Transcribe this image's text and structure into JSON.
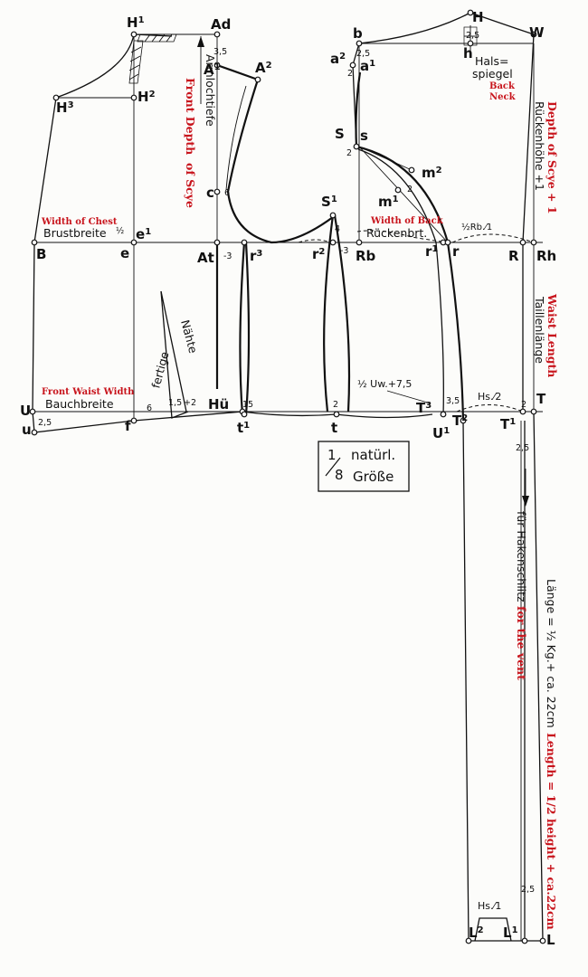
{
  "points": {
    "H1": "H",
    "H1_sub": "1",
    "Ad": "Ad",
    "A1": "A",
    "A1_sub": "1",
    "A2": "A",
    "A2_sub": "2",
    "H3": "H",
    "H3_sub": "3",
    "H2": "H",
    "H2_sub": "2",
    "c": "c",
    "c_num": "6",
    "B": "B",
    "e": "e",
    "e1": "e",
    "e1_sub": "1",
    "At": "At",
    "r3": "r",
    "r3_sub": "3",
    "S": "S",
    "s": "s",
    "S1": "S",
    "S1_sub": "1",
    "r2": "r",
    "r2_sub": "2",
    "Rb": "Rb",
    "a2": "a",
    "a2_sub": "2",
    "a1": "a",
    "a1_sub": "1",
    "b": "b",
    "H": "H",
    "h": "h",
    "W": "W",
    "m1": "m",
    "m1_sub": "1",
    "m2": "m",
    "m2_sub": "2",
    "r1": "r",
    "r1_sub": "1",
    "r": "r",
    "R": "R",
    "Rh": "Rh",
    "U": "U",
    "u": "u",
    "f": "f",
    "Hu": "Hü",
    "t1": "t",
    "t1_sub": "1",
    "t": "t",
    "T3": "T",
    "T3_sub": "3",
    "U1": "U",
    "U1_sub": "1",
    "T2": "T",
    "T2_sub": "2",
    "T1": "T",
    "T1_sub": "1",
    "T": "T",
    "L2": "L",
    "L2_sub": "2",
    "L1": "L",
    "L1_sub": "1",
    "L": "L"
  },
  "numbers": {
    "n35a": "3,5",
    "n2a": "2",
    "n25a": "2,5",
    "n25b": "2,5",
    "n2b": "2",
    "n2c": "2",
    "n3a": "-3",
    "n3b": "-3",
    "n4": "4",
    "half": "½",
    "n6": "6",
    "n15a": "1,5",
    "n2d": "+2",
    "n15b": "15",
    "n2e": "2",
    "n35b": "3,5",
    "n2f": "2",
    "n25c": "2,5",
    "n25d": "2,5",
    "n25e": "2,5"
  },
  "labels": {
    "armlochtiefe": "Armlochtiefe",
    "brustbreite": "Brustbreite",
    "rueckenbrt": "Rückenbrt.",
    "halsspiegel_1": "Hals=",
    "halsspiegel_2": "spiegel",
    "rueckenhoehe": "Rückenhöhe +1",
    "taillenlaenge": "Taillenlänge",
    "bauchbreite": "Bauchbreite",
    "fertige": "fertige",
    "naehte": "Nähte",
    "half_rb": "½Rb.⁄1",
    "uw": "½ Uw.+7,5",
    "hs2": "Hs.⁄2",
    "hs1": "Hs.⁄1",
    "hakenschlitz": "für Hakenschlitz",
    "laenge": "Länge = ½ Kg.+ ca. 22cm"
  },
  "translations": {
    "front_depth_1": "Front Depth",
    "front_depth_2": "of Scye",
    "width_of_chest": "Width of Chest",
    "width_of_back": "Width of Back",
    "back_neck_1": "Back",
    "back_neck_2": "Neck",
    "depth_of_scye": "Depth of Scye + 1",
    "waist_length": "Waist Length",
    "front_waist_width": "Front Waist Width",
    "for_the_vent": "for the vent",
    "length_translation": "Length = 1/2 height + ca.22cm"
  },
  "scale": {
    "num": "1",
    "den": "8",
    "word1": "natürl.",
    "word2": "Größe"
  },
  "colors": {
    "ink": "#111111",
    "translation_red": "#c8141c",
    "paper": "#fcfcfa"
  }
}
